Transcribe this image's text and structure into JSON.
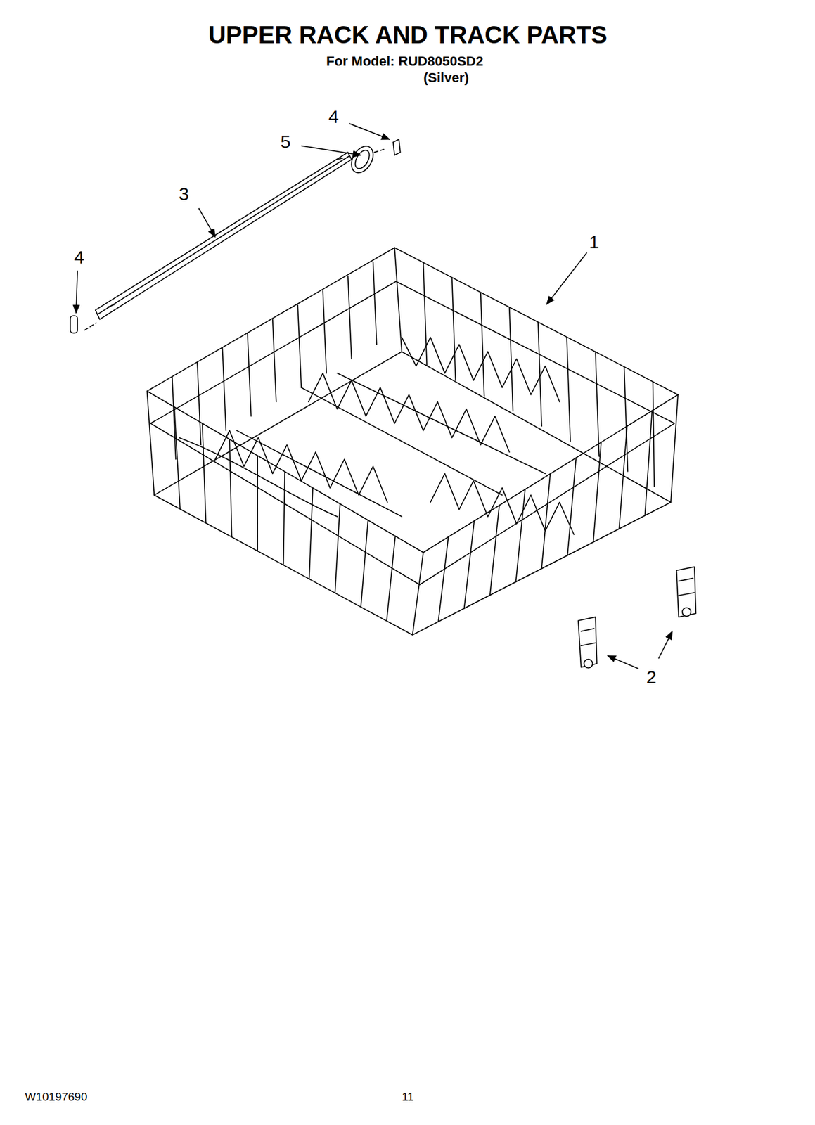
{
  "diagram": {
    "title": "UPPER RACK AND TRACK PARTS",
    "labels": [
      "For Model: RUD8050SD2",
      "(Silver)",
      "4",
      "5",
      "3",
      "4",
      "1",
      "2",
      "W10197690",
      "11"
    ]
  }
}
